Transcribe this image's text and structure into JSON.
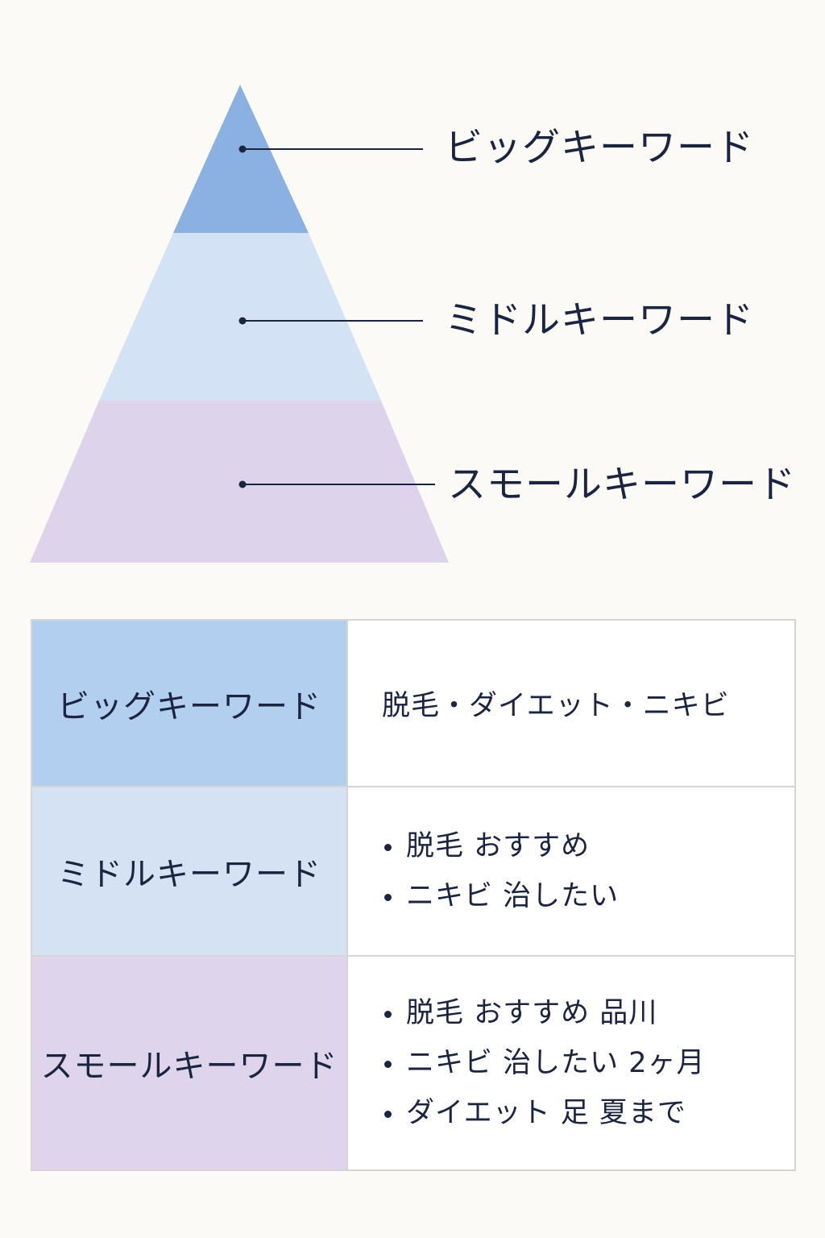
{
  "colors": {
    "background": "#fbfaf6",
    "tier_top": "#8bb1e3",
    "tier_middle": "#d3e2f4",
    "tier_bottom": "#ddd4ec",
    "table_big": "#b2cfef",
    "table_middle": "#d4e2f4",
    "table_small": "#ded5ec",
    "text": "#1b2440",
    "grid": "#d5d5d5"
  },
  "pyramid": {
    "tiers": [
      {
        "label": "ビッグキーワード"
      },
      {
        "label": "ミドルキーワード"
      },
      {
        "label": "スモールキーワード"
      }
    ]
  },
  "table": {
    "rows": [
      {
        "name": "ビッグキーワード",
        "examples_text": "脱毛・ダイエット・ニキビ"
      },
      {
        "name": "ミドルキーワード",
        "examples": [
          "脱毛 おすすめ",
          "ニキビ 治したい"
        ]
      },
      {
        "name": "スモールキーワード",
        "examples": [
          "脱毛 おすすめ 品川",
          "ニキビ 治したい 2ヶ月",
          "ダイエット 足 夏まで"
        ]
      }
    ]
  }
}
